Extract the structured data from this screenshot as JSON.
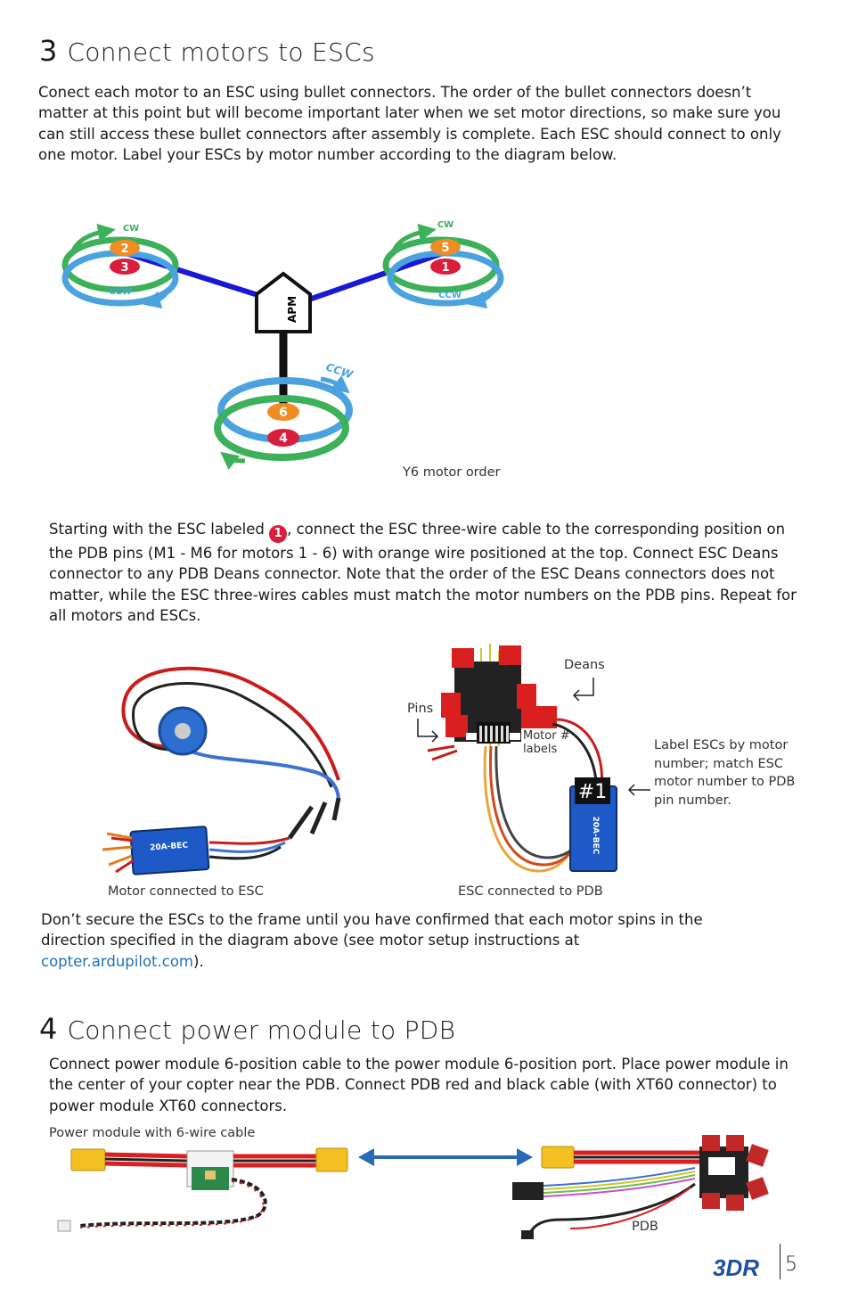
{
  "section3": {
    "number": "3",
    "title": "Connect motors to ESCs",
    "intro": "Conect each motor to an ESC using bullet connectors. The order of the bullet connectors doesn’t matter at this point but will become important later when we set motor directions, so make sure you can still access these bullet connectors after assembly is complete. Each ESC should connect to only one motor. Label your ESCs by motor number according to the diagram below.",
    "diagram": {
      "caption": "Y6 motor order",
      "controller_label": "APM",
      "left_arm": {
        "cw": "CW",
        "ccw": "CCW",
        "top": "2",
        "bottom": "3"
      },
      "right_arm": {
        "cw": "CW",
        "ccw": "CCW",
        "top": "5",
        "bottom": "1"
      },
      "tail_arm": {
        "cw": "CW",
        "ccw": "CCW",
        "top": "6",
        "bottom": "4"
      }
    },
    "instructions": {
      "before_badge": "Starting with the ESC labeled ",
      "badge": "1",
      "after_badge": ", connect the ESC three-wire cable to the corresponding position on the PDB pins (M1 - M6 for motors 1 - 6) with orange wire positioned at the top. Connect ESC Deans connector to any PDB Deans connector. Note that the order of the ESC Deans connectors does not matter, while the ESC three-wires cables must match the motor numbers on the PDB pins. Repeat for all motors and ESCs."
    },
    "photos": {
      "motor_caption": "Motor connected to ESC",
      "pdb_caption": "ESC connected to PDB",
      "deans_label": "Deans",
      "pins_label": "Pins",
      "motor_labels": "Motor # labels",
      "esc_tag": "#1",
      "label_note": "Label ESCs by motor number; match ESC motor number to PDB pin number.",
      "esc_print": "20A-BEC"
    },
    "note_before": "Don’t secure the ESCs to the frame until you have confirmed that each motor spins in the direction specified in the diagram above (see motor setup instructions at ",
    "note_link": "copter.ardupilot.com",
    "note_after": ")."
  },
  "section4": {
    "number": "4",
    "title": "Connect power module to PDB",
    "intro": "Connect power module 6-position cable to the power module 6-position port. Place power module in the center of your copter near the PDB. Connect PDB red and black cable (with XT60 connector) to power module XT60 connectors.",
    "power_module_caption": "Power module with 6-wire cable",
    "pdb_caption": "PDB"
  },
  "footer": {
    "logo": "3DR",
    "page_number": "5"
  },
  "colors": {
    "cw_green": "#3db05a",
    "ccw_blue": "#4aa3df",
    "arm_blue": "#1a18d6",
    "orange_badge": "#f08c24",
    "red_badge": "#d81e3c",
    "link": "#1e72b8"
  }
}
